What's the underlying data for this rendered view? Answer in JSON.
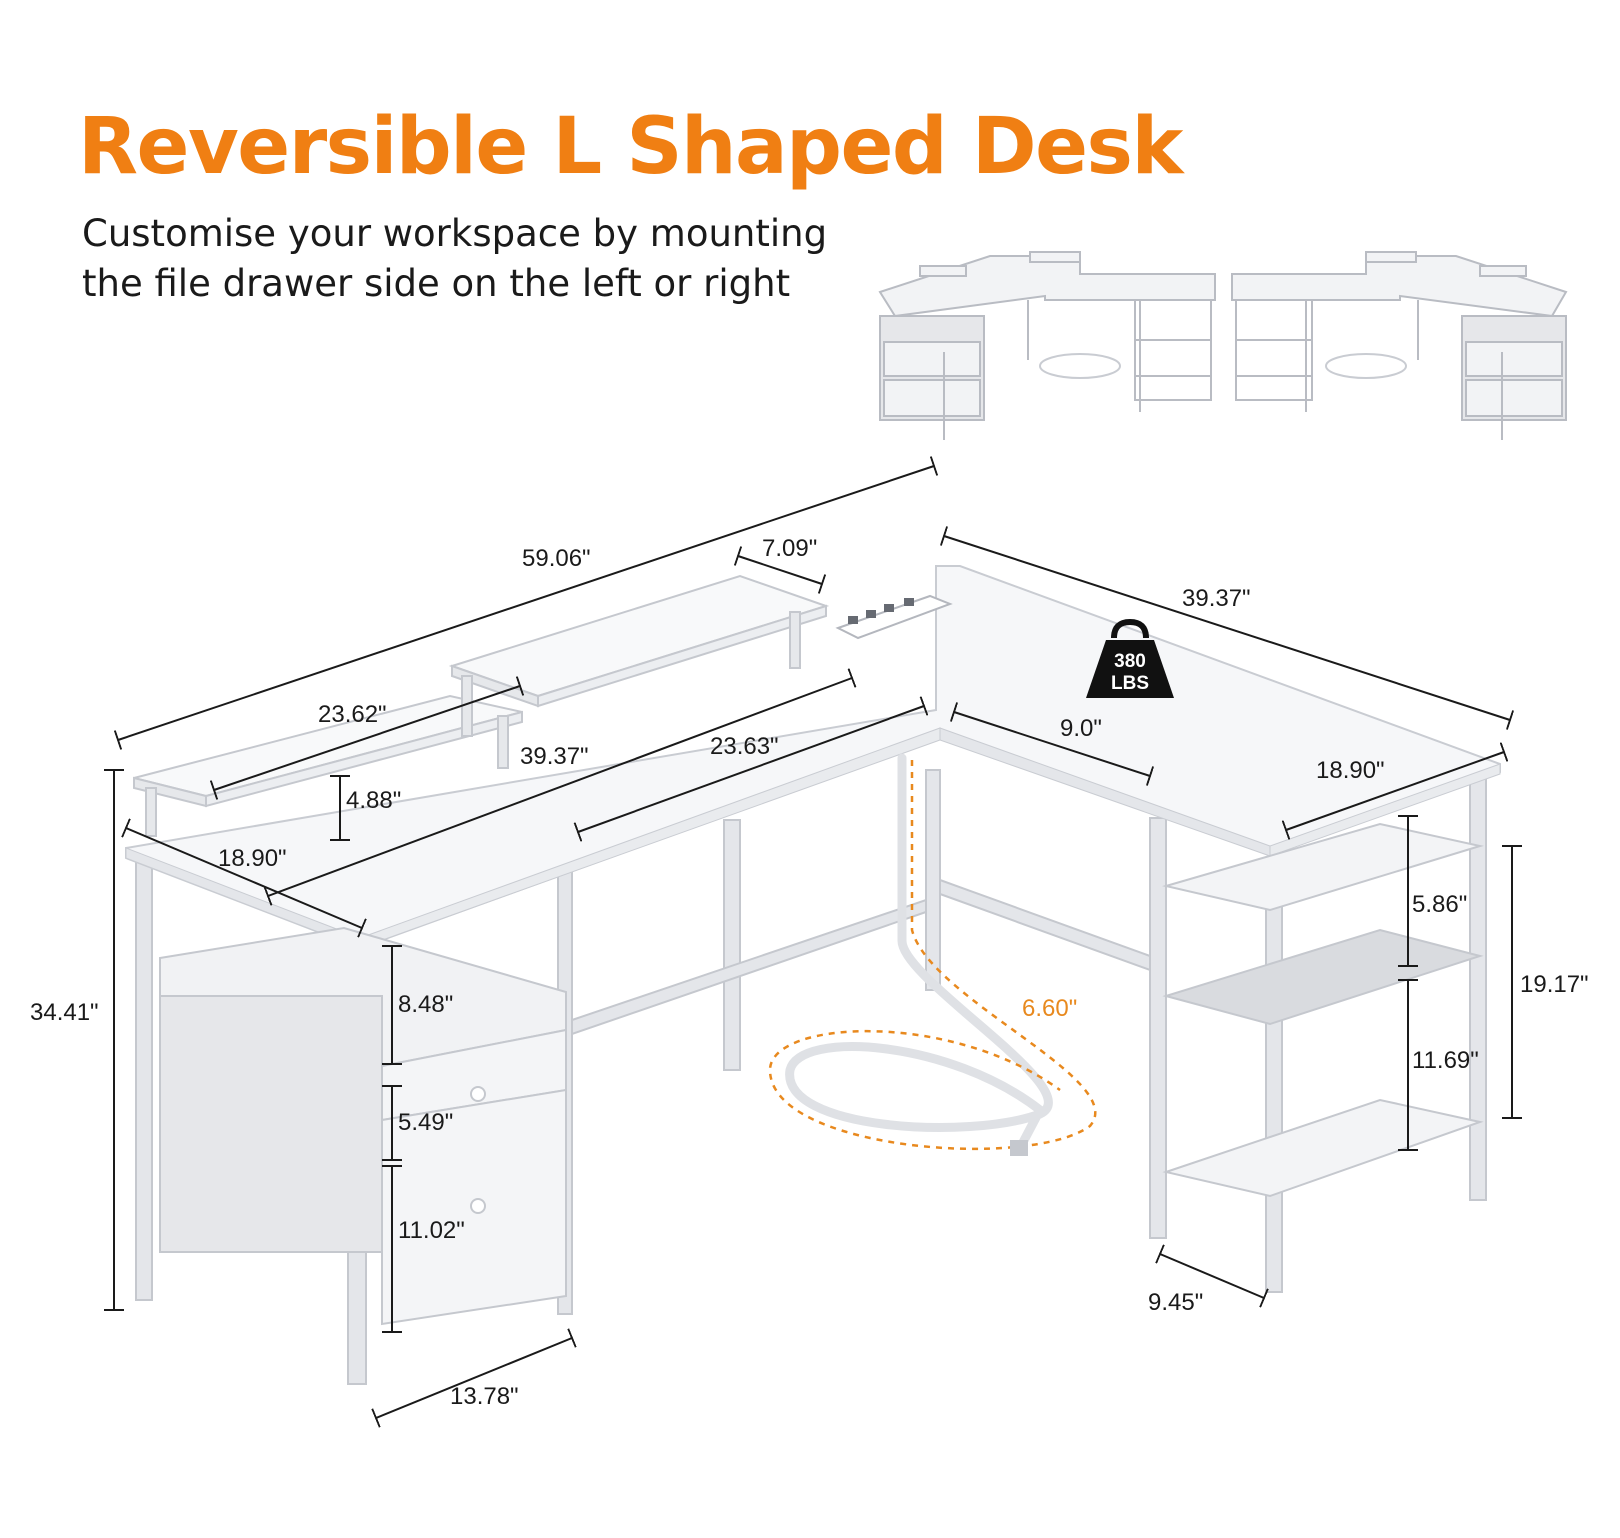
{
  "title": "Reversible L Shaped Desk",
  "subtitle": {
    "line1": "Customise your workspace by mounting",
    "line2": "the file drawer side on the left or right"
  },
  "weight_badge": {
    "line1": "380",
    "line2": "LBS"
  },
  "colors": {
    "accent": "#f07f13",
    "desk_white": "#f4f5f7",
    "frame": "#e2e4e8",
    "edge": "#c9ccd2",
    "cable_dash": "#e8891e"
  },
  "dimensions": {
    "desk_length": "59.06\"",
    "riser_depth": "7.09\"",
    "side_length": "39.37\"",
    "riser_width": "23.62\"",
    "riser_height": "4.88\"",
    "desk_depth_left": "18.90\"",
    "leg_span": "39.37\"",
    "top_inner": "23.63\"",
    "corner_width": "9.0\"",
    "side_depth": "18.90\"",
    "total_height": "34.41\"",
    "open_shelf_height": "8.48\"",
    "top_drawer_height": "5.49\"",
    "bottom_drawer_height": "11.02\"",
    "cabinet_width": "13.78\"",
    "cable_length": "6.60\"",
    "upper_shelf_gap": "5.86\"",
    "lower_shelf_gap": "11.69\"",
    "shelf_unit_height": "19.17\"",
    "shelf_width": "9.45\""
  }
}
